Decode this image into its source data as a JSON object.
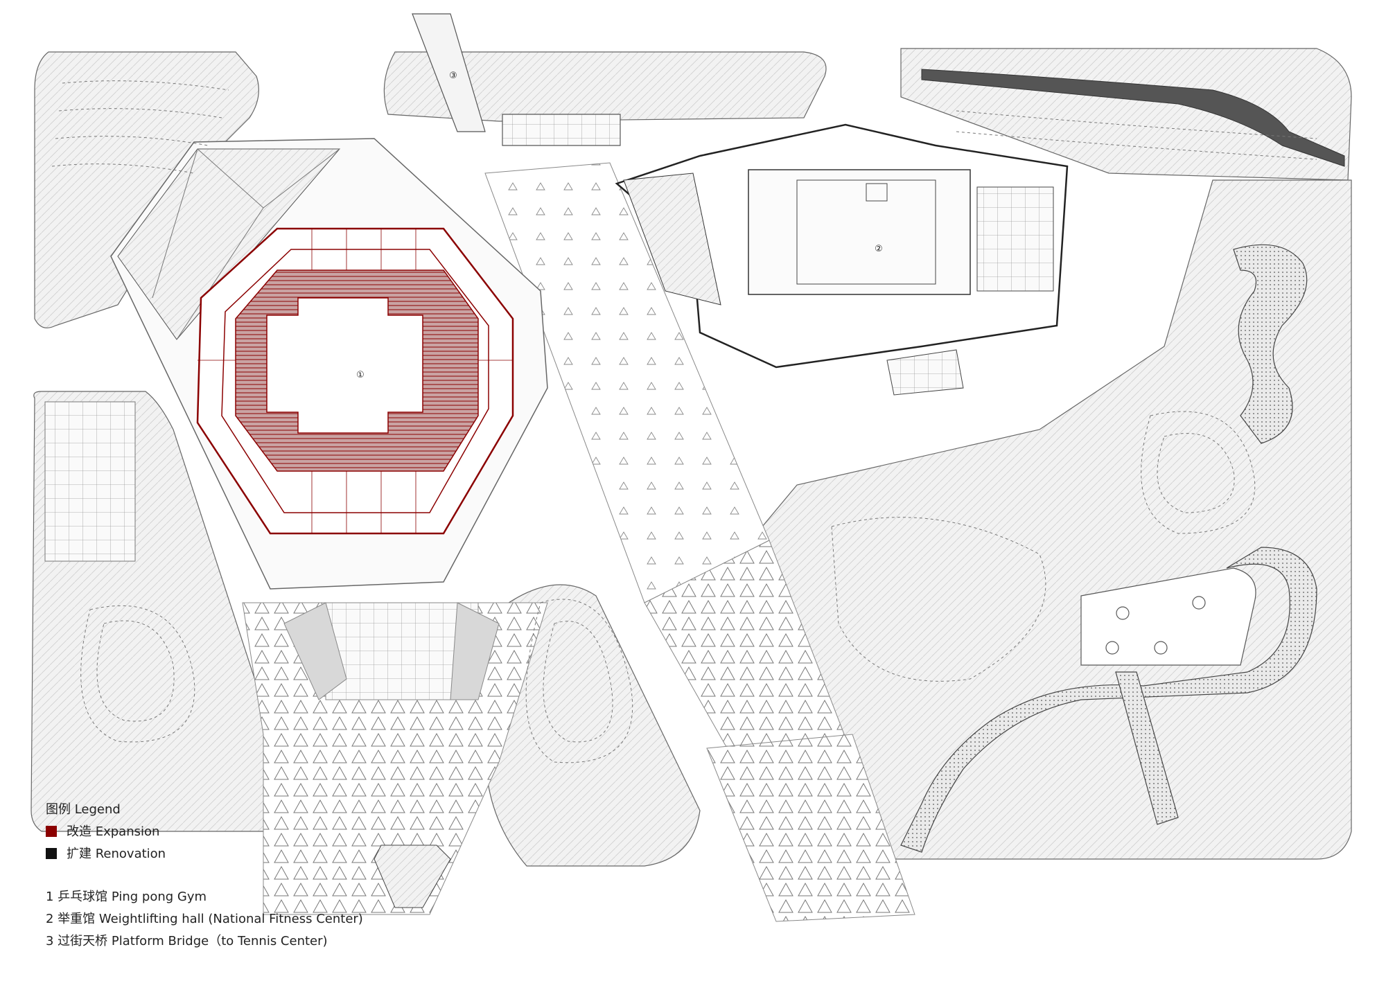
{
  "markers": [
    {
      "id": "1",
      "glyph": "①"
    },
    {
      "id": "2",
      "glyph": "②"
    },
    {
      "id": "3",
      "glyph": "③"
    }
  ],
  "legend": {
    "title": "图例 Legend",
    "items": [
      {
        "label": "改造 Expansion",
        "color": "#8b0000"
      },
      {
        "label": "扩建 Renovation",
        "color": "#111111"
      }
    ],
    "list": [
      "1 乒乓球馆 Ping pong Gym",
      "2 举重馆 Weightlifting hall (National Fitness Center)",
      "3 过街天桥 Platform Bridge（to Tennis Center)"
    ]
  },
  "colors": {
    "expansion": "#8b0000",
    "renovation": "#111111",
    "line": "#555555",
    "fill_light": "#f0f0f0"
  }
}
